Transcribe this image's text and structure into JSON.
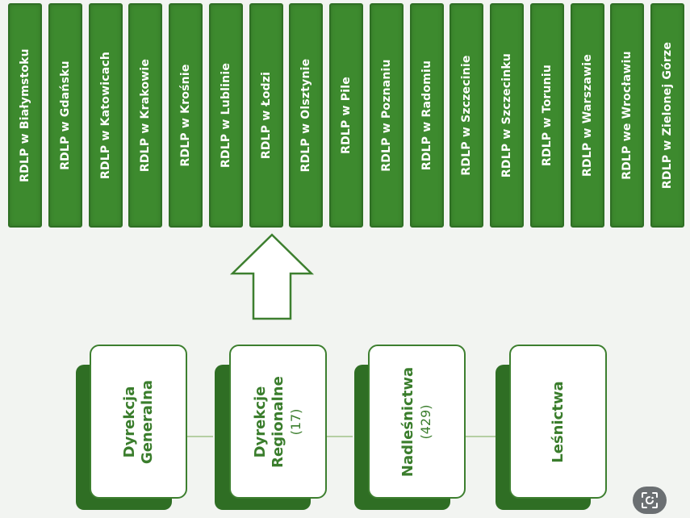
{
  "rdlp": [
    "RDLP w Białymstoku",
    "RDLP w Gdańsku",
    "RDLP w Katowicach",
    "RDLP w Krakowie",
    "RDLP w Krośnie",
    "RDLP w Lublinie",
    "RDLP w Łodzi",
    "RDLP w Olsztynie",
    "RDLP w Pile",
    "RDLP w Poznaniu",
    "RDLP w Radomiu",
    "RDLP w Szczecinie",
    "RDLP w Szczecinku",
    "RDLP w Toruniu",
    "RDLP w Warszawie",
    "RDLP we Wrocławiu",
    "RDLP w Zielonej Górze"
  ],
  "hierarchy": {
    "general": {
      "line1": "Dyrekcja",
      "line2": "Generalna"
    },
    "regional": {
      "line1": "Dyrekcje",
      "line2": "Regionalne",
      "count": "(17)"
    },
    "district": {
      "line1": "Nadleśnictwa",
      "count": "(429)"
    },
    "forestry": {
      "line1": "Leśnictwa"
    }
  },
  "colors": {
    "rdlp_fill": "#3d8a2e",
    "card_text": "#3a7d2c",
    "card_shadow": "#2f6e24",
    "connector": "#b5cfa3"
  },
  "icons": {
    "corner": "scan-icon"
  }
}
